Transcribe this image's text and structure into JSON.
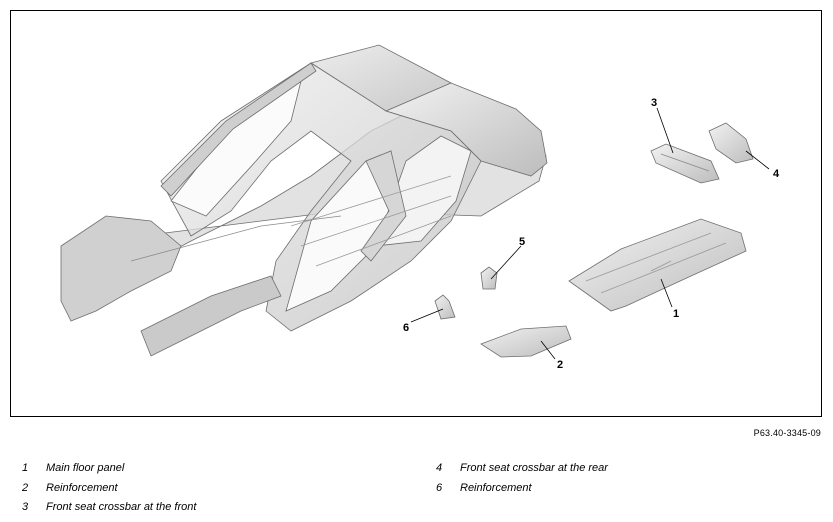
{
  "figure": {
    "reference": "P63.40-3345-09",
    "callouts": [
      "1",
      "2",
      "3",
      "4",
      "5",
      "6"
    ]
  },
  "legend": {
    "left": [
      {
        "num": "1",
        "text": "Main floor panel"
      },
      {
        "num": "2",
        "text": "Reinforcement"
      },
      {
        "num": "3",
        "text": "Front seat crossbar at the front"
      }
    ],
    "right": [
      {
        "num": "4",
        "text": "Front seat crossbar at the rear"
      },
      {
        "num": "6",
        "text": "Reinforcement"
      }
    ]
  }
}
